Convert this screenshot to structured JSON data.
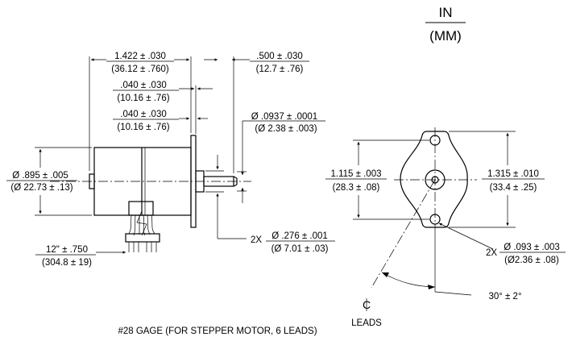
{
  "units": {
    "top": "IN",
    "bottom": "(MM)"
  },
  "dimensions": {
    "body_length": {
      "in": "1.422 ± .030",
      "mm": "(36.12 ± .760)"
    },
    "shaft_length": {
      "in": ".500 ± .030",
      "mm": "(12.7 ± .76)"
    },
    "flange_gap_1": {
      "in": ".040 ± .030",
      "mm": "(10.16 ± .76)"
    },
    "flange_gap_2": {
      "in": ".040 ± .030",
      "mm": "(10.16 ± .76)"
    },
    "shaft_dia": {
      "in": "Ø .0937 ± .0001",
      "mm": "(Ø 2.38 ± .003)"
    },
    "body_dia": {
      "in": "Ø .895 ± .005",
      "mm": "(Ø 22.73 ± .13)"
    },
    "boss_dia": {
      "prefix": "2X",
      "in": "Ø .276 ± .001",
      "mm": "(Ø 7.01 ± .03)"
    },
    "lead_length": {
      "in": "12\" ± .750",
      "mm": "(304.8 ± 19)"
    },
    "flange_height_inner": {
      "in": "1.115 ± .003",
      "mm": "(28.3 ± .08)"
    },
    "flange_height_outer": {
      "in": "1.315 ± .010",
      "mm": "(33.4 ± .25)"
    },
    "mount_hole": {
      "prefix": "2X",
      "in": "Ø .093 ± .003",
      "mm": "(Ø2.36 ± .08)"
    },
    "angle": "30° ± 2°"
  },
  "centerline": {
    "symbol": "C",
    "label": "LEADS"
  },
  "caption": "#28 GAGE (FOR STEPPER MOTOR, 6 LEADS)"
}
